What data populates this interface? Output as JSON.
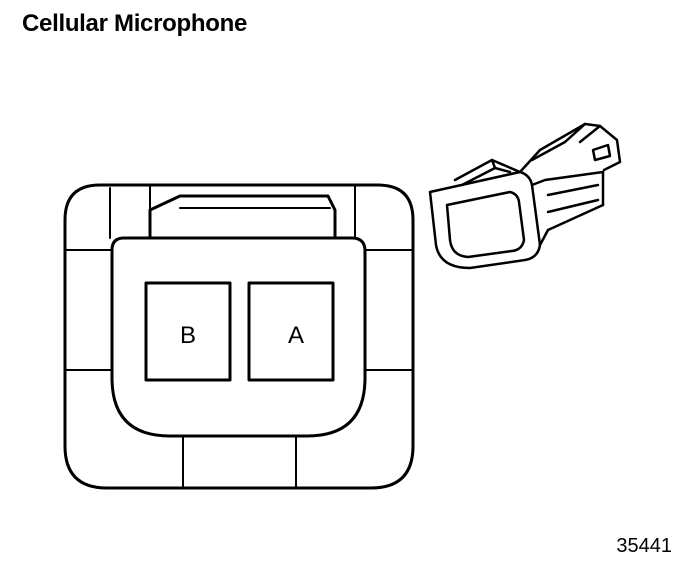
{
  "title": "Cellular Microphone",
  "figure_id": "35441",
  "pins": [
    {
      "label": "B"
    },
    {
      "label": "A"
    }
  ]
}
